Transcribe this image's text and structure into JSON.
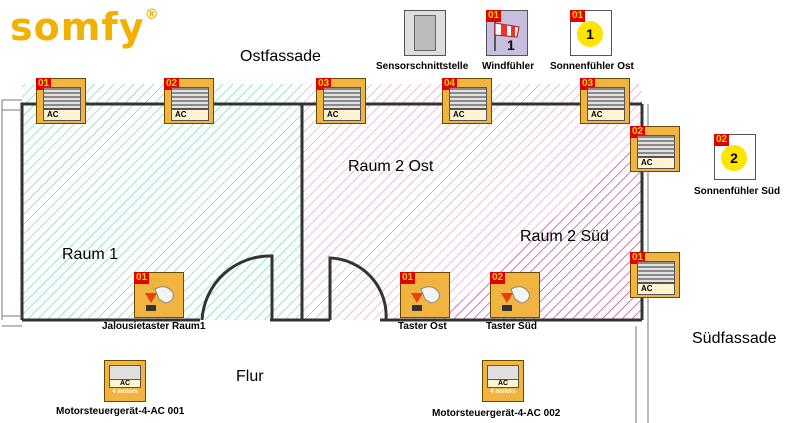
{
  "logo": {
    "text": "somfy"
  },
  "facades": {
    "east": "Ostfassade",
    "south": "Südfassade"
  },
  "rooms": {
    "raum1": "Raum 1",
    "raum2ost": "Raum 2 Ost",
    "raum2sued": "Raum 2 Süd",
    "flur": "Flur"
  },
  "sensors": {
    "interface": {
      "label": "Sensorschnittstelle"
    },
    "wind": {
      "num": "01",
      "label": "Windfühler",
      "value": "1"
    },
    "sun_east": {
      "num": "01",
      "label": "Sonnenfühler Ost",
      "value": "1"
    },
    "sun_south": {
      "num": "02",
      "label": "Sonnenfühler Süd",
      "value": "2"
    }
  },
  "motors": [
    {
      "num": "01",
      "ac": "AC"
    },
    {
      "num": "02",
      "ac": "AC"
    },
    {
      "num": "03",
      "ac": "AC"
    },
    {
      "num": "04",
      "ac": "AC"
    },
    {
      "num": "03",
      "ac": "AC"
    },
    {
      "num": "02",
      "ac": "AC"
    },
    {
      "num": "01",
      "ac": "AC"
    }
  ],
  "switches": [
    {
      "num": "01",
      "label": "Jalousietaster Raum1"
    },
    {
      "num": "01",
      "label": "Taster Ost"
    },
    {
      "num": "02",
      "label": "Taster Süd"
    }
  ],
  "controllers": [
    {
      "ac": "AC",
      "motors": "4 motors",
      "label": "Motorsteuergerät-4-AC 001"
    },
    {
      "ac": "AC",
      "motors": "4 motors",
      "label": "Motorsteuergerät-4-AC 002"
    }
  ],
  "colors": {
    "brand": "#f2b100",
    "device": "#f2b440",
    "hatch_room1": "#4fc8a8",
    "hatch_room2": "#d070b8",
    "wall": "#333333"
  }
}
